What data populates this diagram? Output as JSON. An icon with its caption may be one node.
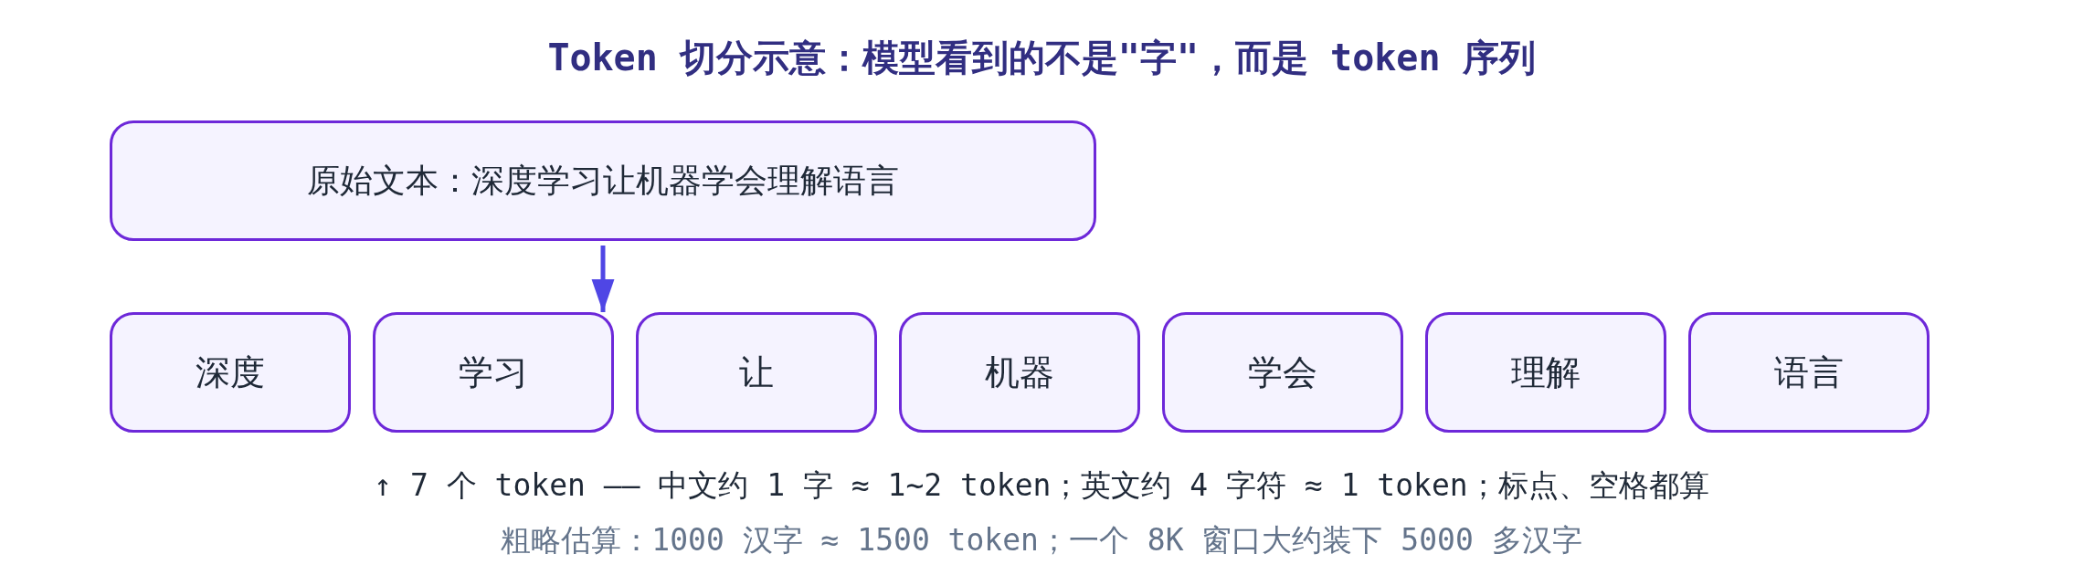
{
  "diagram": {
    "title": "Token 切分示意：模型看到的不是\"字\"，而是 token 序列",
    "nodes": [
      {
        "text": [
          "原始文本：深度学习让机器学会理解语言"
        ]
      },
      {
        "text": [
          "深度"
        ]
      },
      {
        "text": [
          "学习"
        ]
      },
      {
        "text": [
          "让"
        ]
      },
      {
        "text": [
          "机器"
        ]
      },
      {
        "text": [
          "学会"
        ]
      },
      {
        "text": [
          "理解"
        ]
      },
      {
        "text": [
          "语言"
        ]
      }
    ],
    "edges": [
      {
        "from": 0,
        "to": 2,
        "arrow": "to"
      }
    ],
    "labels": [
      "↑ 7 个 token —— 中文约 1 字 ≈ 1~2 token；英文约 4 字符 ≈ 1 token；标点、空格都算",
      "粗略估算：1000 汉字 ≈ 1500 token；一个 8K 窗口大约装下 5000 多汉字"
    ]
  }
}
